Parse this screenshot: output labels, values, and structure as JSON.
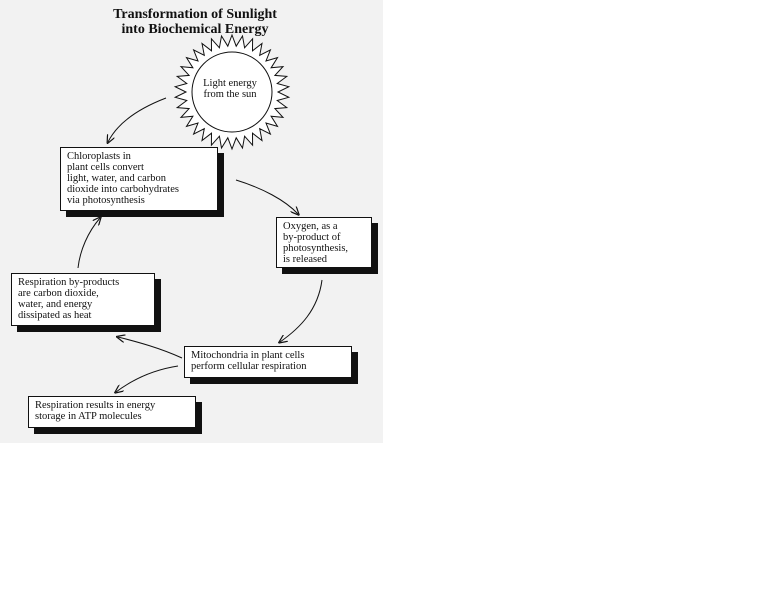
{
  "title": {
    "line1": "Transformation of Sunlight",
    "line2": "into Biochemical Energy"
  },
  "sun": {
    "line1": "Light energy",
    "line2": "from the sun"
  },
  "boxes": {
    "chloroplasts": [
      "Chloroplasts in",
      "plant cells convert",
      "light, water, and carbon",
      "dioxide into carbohydrates",
      "via photosynthesis"
    ],
    "oxygen": [
      "Oxygen, as a",
      "by-product of",
      "photosynthesis,",
      "is released"
    ],
    "respiration_byproducts": [
      "Respiration by-products",
      "are carbon dioxide,",
      "water, and energy",
      "dissipated as heat"
    ],
    "mitochondria": [
      "Mitochondria in plant cells",
      "perform cellular respiration"
    ],
    "atp": [
      "Respiration results in energy",
      "storage in ATP molecules"
    ]
  }
}
